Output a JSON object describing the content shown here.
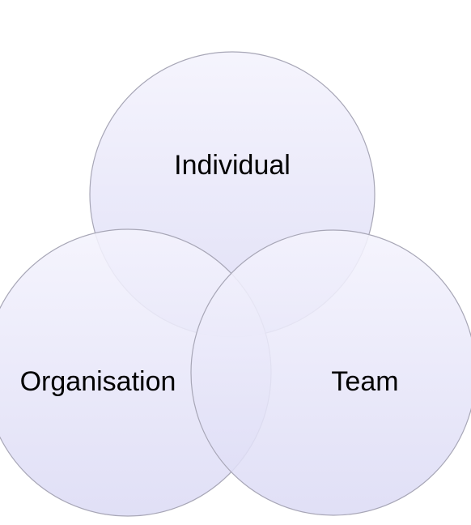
{
  "diagram": {
    "type": "venn",
    "circles": [
      {
        "id": "individual",
        "label": "Individual"
      },
      {
        "id": "organisation",
        "label": "Organisation"
      },
      {
        "id": "team",
        "label": "Team"
      }
    ],
    "colors": {
      "fill_top": "#f4f3fd",
      "fill_bottom": "#dcdbf5",
      "stroke": "#a7a6b6",
      "text": "#000000"
    }
  }
}
